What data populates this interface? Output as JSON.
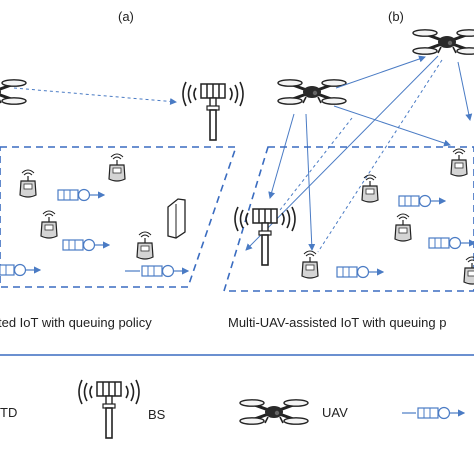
{
  "panels": {
    "a": {
      "tag": "(a)",
      "caption": "ted IoT with queuing policy"
    },
    "b": {
      "tag": "(b)",
      "caption": "Multi-UAV-assisted IoT with queuing p"
    }
  },
  "legend": {
    "td_label": "TD",
    "bs_label": "BS",
    "uav_label": "UAV"
  },
  "colors": {
    "line_blue": "#4a7bc4",
    "dash_blue": "#3a6cc0",
    "device_gray": "#d4d4d4",
    "ink": "#1f1f1f"
  },
  "icons": [
    "uav-icon",
    "base-station-icon",
    "iot-device-icon",
    "queue-icon",
    "signal-waves-icon"
  ]
}
